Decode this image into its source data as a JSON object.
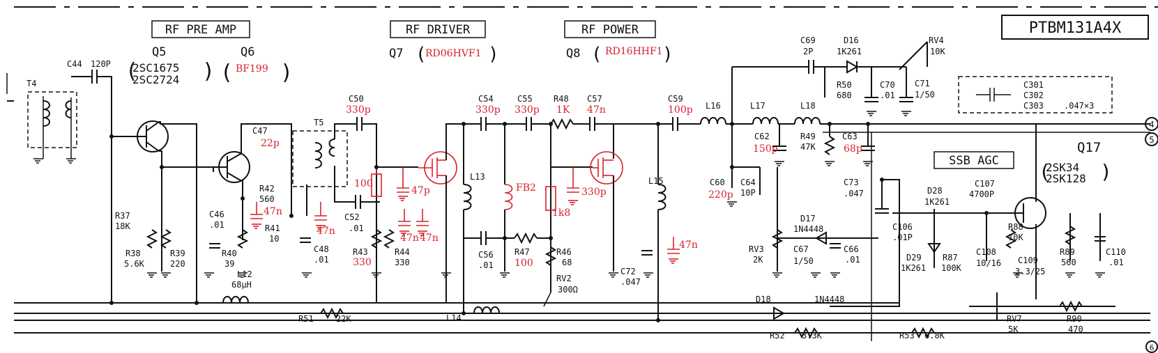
{
  "board": "PTBM131A4X",
  "sections": {
    "preamp": "RF PRE AMP",
    "driver": "RF DRIVER",
    "power": "RF POWER",
    "agc": "SSB AGC"
  },
  "transistors": {
    "q5": {
      "ref": "Q5",
      "parts": [
        "2SC1675",
        "2SC2724"
      ]
    },
    "q6": {
      "ref": "Q6",
      "part": "BF199"
    },
    "q7": {
      "ref": "Q7",
      "part": "RD06HVF1"
    },
    "q8": {
      "ref": "Q8",
      "part": "RD16HHF1"
    },
    "q17": {
      "ref": "Q17",
      "parts": [
        "2SK34",
        "2SK128"
      ]
    }
  },
  "components": [
    {
      "ref": "C44",
      "value": "120P"
    },
    {
      "ref": "T4",
      "value": ""
    },
    {
      "ref": "C47",
      "value": "22p",
      "edited": true
    },
    {
      "ref": "T5",
      "value": ""
    },
    {
      "ref": "R37",
      "value": "18K"
    },
    {
      "ref": "R38",
      "value": "5.6K"
    },
    {
      "ref": "R39",
      "value": "220"
    },
    {
      "ref": "C46",
      "value": ".01"
    },
    {
      "ref": "R40",
      "value": "39"
    },
    {
      "ref": "R42",
      "value": "560"
    },
    {
      "ref": "R41",
      "value": "10"
    },
    {
      "ref": "C48",
      "value": ".01"
    },
    {
      "ref": "L12",
      "value": "68µH"
    },
    {
      "ref": "C50",
      "value": "330p",
      "edited": true
    },
    {
      "ref": "C52",
      "value": ".01"
    },
    {
      "ref": "R43",
      "value": "330",
      "edited": true
    },
    {
      "ref": "R44",
      "value": "330"
    },
    {
      "ref": "C54",
      "value": "330p",
      "edited": true
    },
    {
      "ref": "C55",
      "value": "330p",
      "edited": true
    },
    {
      "ref": "R48",
      "value": "1K",
      "edited": true
    },
    {
      "ref": "C57",
      "value": "47n",
      "edited": true
    },
    {
      "ref": "L13",
      "value": ""
    },
    {
      "ref": "C56",
      "value": ".01"
    },
    {
      "ref": "R47",
      "value": "100",
      "edited": true
    },
    {
      "ref": "R46",
      "value": "68"
    },
    {
      "ref": "RV2",
      "value": "300Ω"
    },
    {
      "ref": "C59",
      "value": "100p",
      "edited": true
    },
    {
      "ref": "L16",
      "value": ""
    },
    {
      "ref": "L15",
      "value": ""
    },
    {
      "ref": "C72",
      "value": ".047"
    },
    {
      "ref": "L14",
      "value": ""
    },
    {
      "ref": "C69",
      "value": "2P"
    },
    {
      "ref": "D16",
      "value": "1K261"
    },
    {
      "ref": "R50",
      "value": "680"
    },
    {
      "ref": "C70",
      "value": ".01"
    },
    {
      "ref": "RV4",
      "value": "10K"
    },
    {
      "ref": "C71",
      "value": "1/50"
    },
    {
      "ref": "L17",
      "value": ""
    },
    {
      "ref": "L18",
      "value": ""
    },
    {
      "ref": "C62",
      "value": "150p",
      "edited": true
    },
    {
      "ref": "R49",
      "value": "47K"
    },
    {
      "ref": "C63",
      "value": "68p",
      "edited": true
    },
    {
      "ref": "C60",
      "value": "220p",
      "edited": true
    },
    {
      "ref": "C64",
      "value": "10P"
    },
    {
      "ref": "D17",
      "value": "1N4448"
    },
    {
      "ref": "RV3",
      "value": "2K"
    },
    {
      "ref": "C67",
      "value": "1/50"
    },
    {
      "ref": "C66",
      "value": ".01"
    },
    {
      "ref": "C73",
      "value": ".047"
    },
    {
      "ref": "D18",
      "value": "1N4448"
    },
    {
      "ref": "R51",
      "value": "22K"
    },
    {
      "ref": "R52",
      "value": "3.3K"
    },
    {
      "ref": "R53",
      "value": "6.8K"
    },
    {
      "ref": "D28",
      "value": "1K261"
    },
    {
      "ref": "C107",
      "value": "4700P"
    },
    {
      "ref": "C106",
      "value": ".01P"
    },
    {
      "ref": "D29",
      "value": "1K261"
    },
    {
      "ref": "R87",
      "value": "100K"
    },
    {
      "ref": "C108",
      "value": "10/16"
    },
    {
      "ref": "R88",
      "value": "10K"
    },
    {
      "ref": "C109",
      "value": "3.3/25"
    },
    {
      "ref": "R89",
      "value": "560"
    },
    {
      "ref": "C110",
      "value": ".01"
    },
    {
      "ref": "RV7",
      "value": "5K"
    },
    {
      "ref": "R90",
      "value": "470"
    }
  ],
  "added_parts": {
    "r100": "100",
    "c47p": "47p",
    "fb2": "FB2",
    "r1k8": "1k8",
    "c330p": "330p",
    "c47n_a": "47n",
    "c47n_b": "47n",
    "c47n_c": "47n",
    "c47n_d": "47n",
    "c47n_e": "47n"
  },
  "cap_box": {
    "refs": [
      "C301",
      "C302",
      "C303"
    ],
    "value": ".047×3"
  },
  "terminals": [
    "4",
    "5",
    "6"
  ],
  "colors": {
    "ink": "#111111",
    "edit": "#d8202a",
    "paper": "#ffffff"
  }
}
